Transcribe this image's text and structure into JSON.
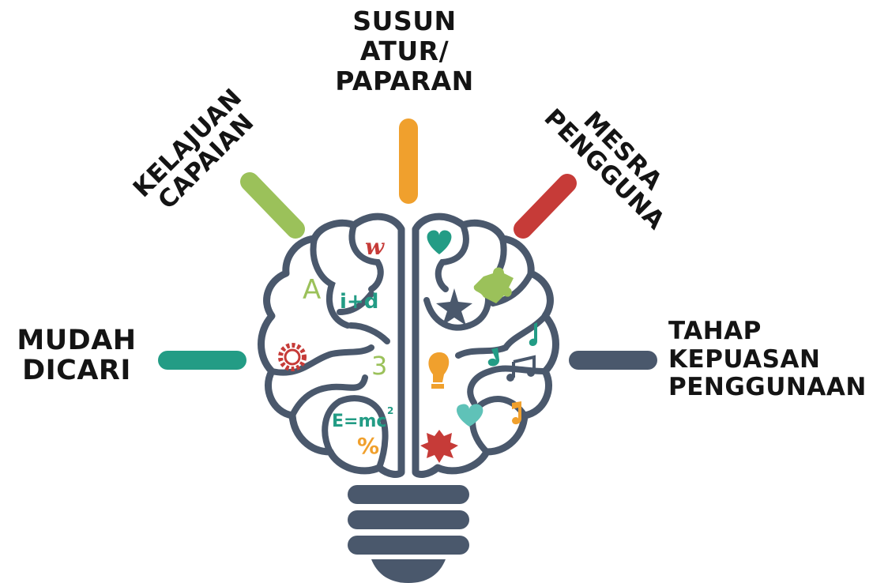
{
  "labels": {
    "mudah_dicari": [
      "MUDAH",
      "DICARI"
    ],
    "kelajuan_capaian": [
      "KELAJUAN",
      "CAPAIAN"
    ],
    "susun_atur": [
      "SUSUN",
      "ATUR/",
      "PAPARAN"
    ],
    "mesra_pengguna": [
      "MESRA",
      "PENGGUNA"
    ],
    "tahap_kepuasan": [
      "TAHAP",
      "KEPUASAN",
      "PENGGUNAAN"
    ]
  },
  "brain_symbols": {
    "w": "w",
    "a": "A",
    "i_plus_d": "i+d",
    "three": "3",
    "emc": "E=mc",
    "squared": "2",
    "percent": "%"
  },
  "colors": {
    "green_light": "#9bc15a",
    "orange": "#f0a02d",
    "red": "#c63b38",
    "teal": "#239c85",
    "navy": "#4a586c",
    "text": "#141414"
  }
}
